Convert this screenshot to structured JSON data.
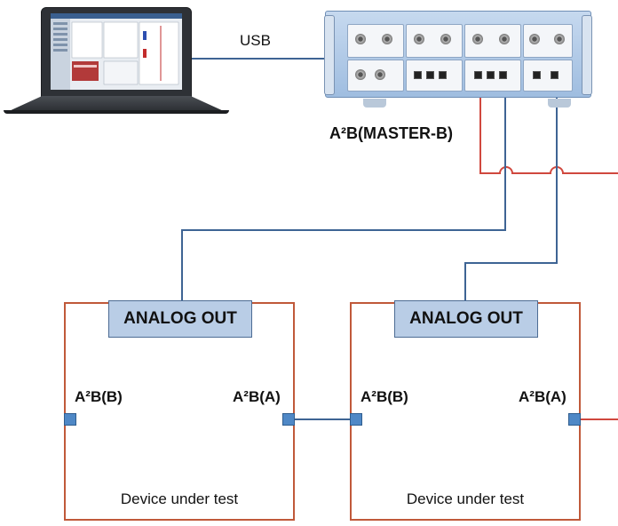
{
  "connection": {
    "usb_label": "USB"
  },
  "instrument": {
    "label": "A²B(MASTER-B)"
  },
  "devices": [
    {
      "analog_out_label": "ANALOG OUT",
      "port_b_label": "A²B(B)",
      "port_a_label": "A²B(A)",
      "caption": "Device under test"
    },
    {
      "analog_out_label": "ANALOG OUT",
      "port_b_label": "A²B(B)",
      "port_a_label": "A²B(A)",
      "caption": "Device under test"
    }
  ],
  "colors": {
    "analog_wire": "#3e6494",
    "a2b_wire": "#d0483e",
    "device_border": "#c0593a",
    "analog_out_fill": "#b9cde6",
    "port_fill": "#4f88c6"
  },
  "icons": {
    "pc": "laptop-icon",
    "analyzer": "audio-analyzer-icon"
  }
}
